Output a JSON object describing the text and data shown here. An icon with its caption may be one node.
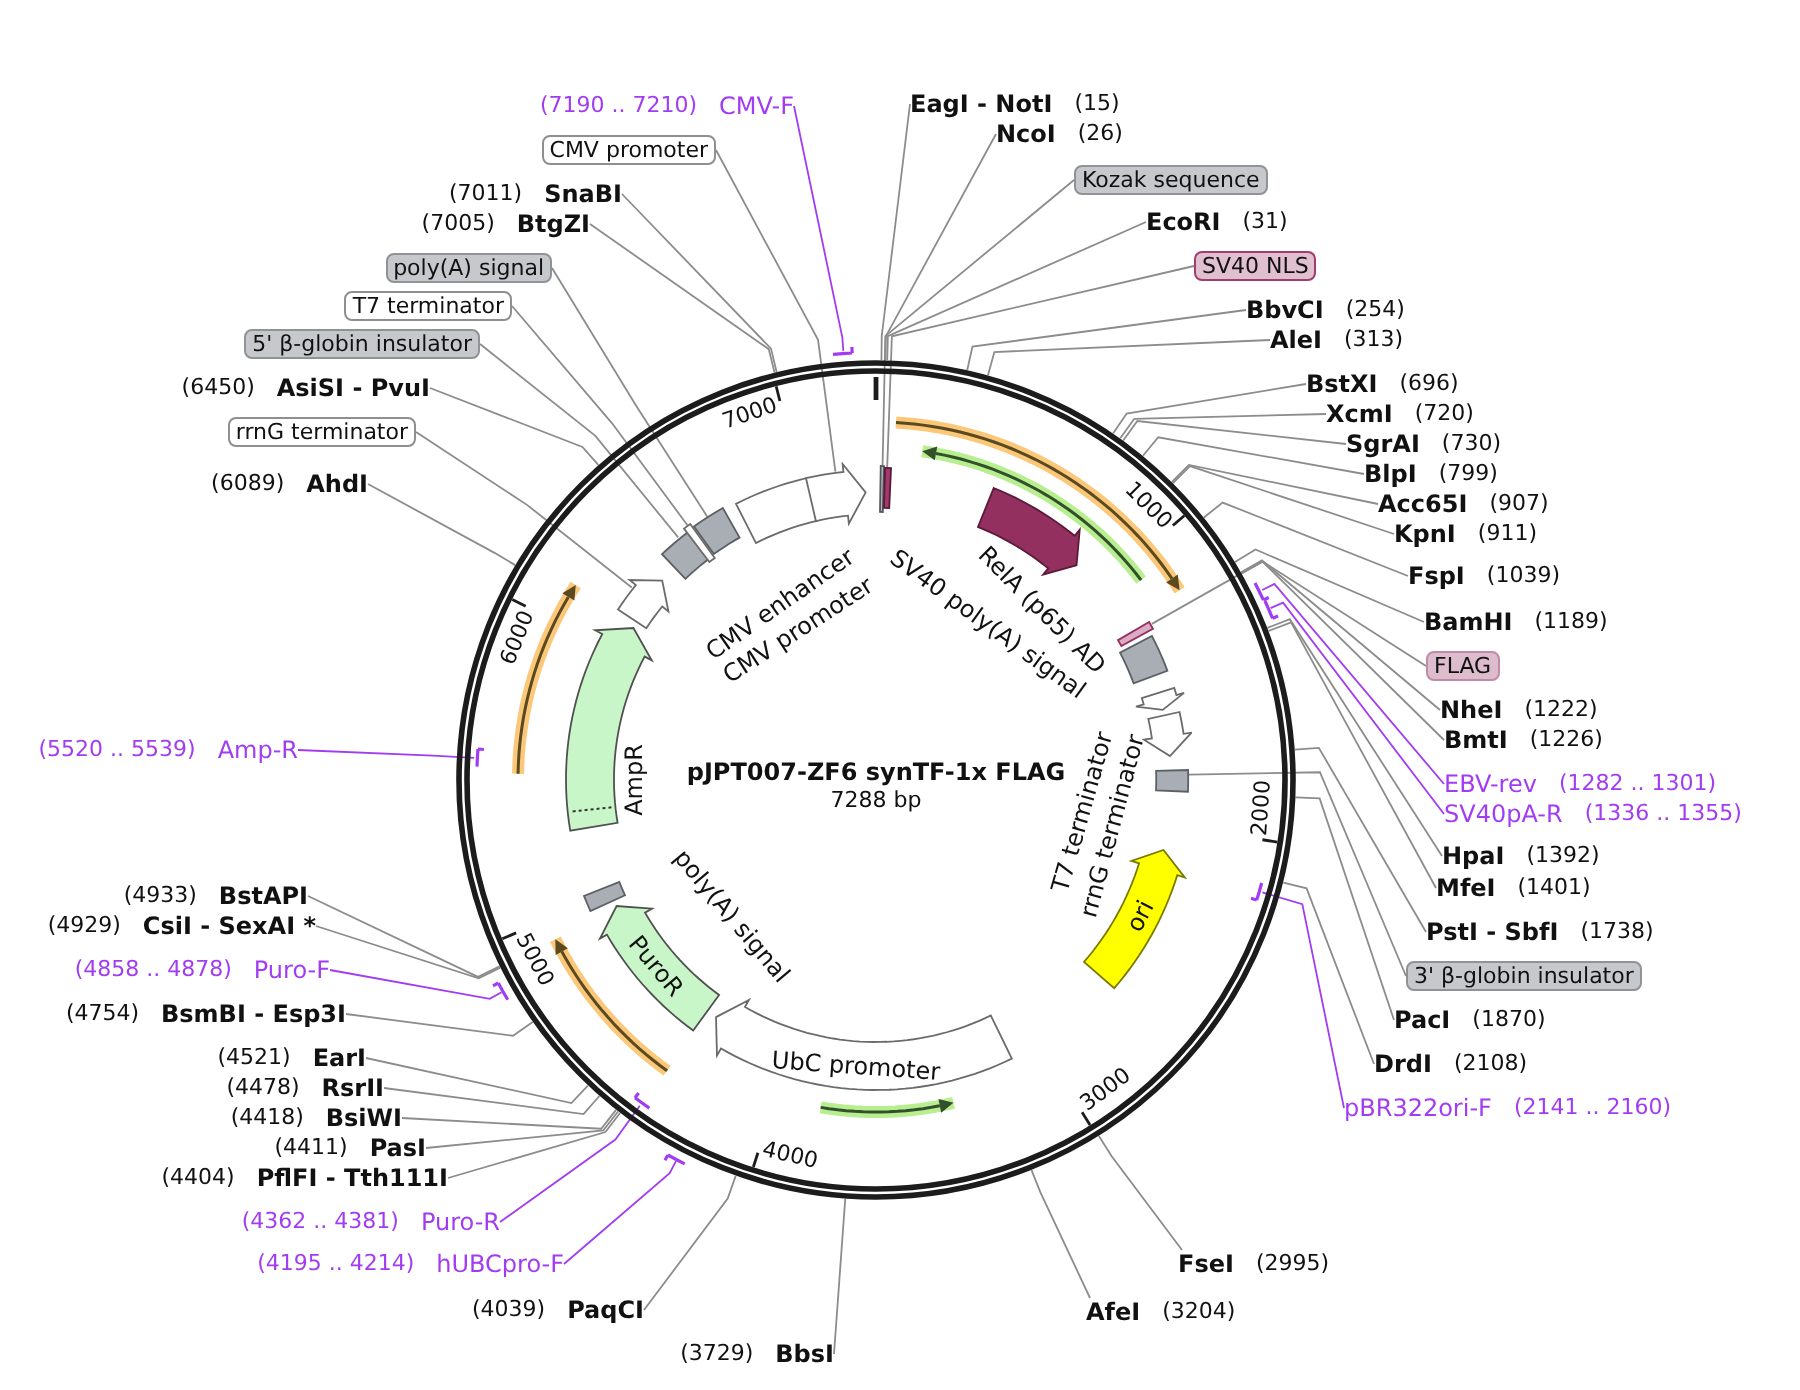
{
  "diagram": {
    "nodes": [
      {
        "text": [
          "pJPT007-ZF6 synTF-1x FLAG",
          "7288 bp"
        ]
      },
      {
        "text": [],
        "shape": "box",
        "in": 0
      },
      {
        "text": [],
        "shape": "box",
        "in": 0
      },
      {
        "text": [],
        "shape": "arrow",
        "in": 0,
        "beside": [
          "RelA (p65) AD"
        ]
      },
      {
        "text": [],
        "shape": "box",
        "in": 0
      },
      {
        "text": [],
        "shape": "box",
        "in": 0
      },
      {
        "text": [],
        "shape": "arrow",
        "in": 0
      },
      {
        "text": [],
        "shape": "arrow",
        "in": 0,
        "beside": [
          "rrnG terminator"
        ]
      },
      {
        "text": [],
        "shape": "box",
        "in": 0
      },
      {
        "text": [
          "ori"
        ],
        "in": 0
      },
      {
        "text": [
          "UbC promoter"
        ],
        "in": 0
      },
      {
        "text": [
          "PuroR"
        ],
        "in": 0
      },
      {
        "text": [],
        "shape": "box",
        "in": 0
      },
      {
        "text": [],
        "shape": "arrow",
        "in": 0,
        "beside": [
          "AmpR"
        ]
      },
      {
        "text": [],
        "shape": "arrow",
        "in": 0
      },
      {
        "text": [],
        "shape": "box",
        "in": 0
      },
      {
        "text": [],
        "shape": "box",
        "in": 0
      },
      {
        "text": [],
        "shape": "box",
        "in": 0
      },
      {
        "text": [],
        "shape": "box",
        "in": 0
      },
      {
        "text": [],
        "shape": "arrow",
        "in": 0
      },
      {
        "text": [
          "EagI - NotI",
          "(15)"
        ]
      },
      {
        "text": [
          "NcoI",
          "(26)"
        ]
      },
      {
        "text": [
          "Kozak sequence"
        ]
      },
      {
        "text": [
          "EcoRI",
          "(31)"
        ]
      },
      {
        "text": [
          "SV40 NLS"
        ]
      },
      {
        "text": [
          "BbvCI",
          "(254)"
        ]
      },
      {
        "text": [
          "AleI",
          "(313)"
        ]
      },
      {
        "text": [
          "BstXI",
          "(696)"
        ]
      },
      {
        "text": [
          "XcmI",
          "(720)"
        ]
      },
      {
        "text": [
          "SgrAI",
          "(730)"
        ]
      },
      {
        "text": [
          "BlpI",
          "(799)"
        ]
      },
      {
        "text": [
          "Acc65I",
          "(907)"
        ]
      },
      {
        "text": [
          "KpnI",
          "(911)"
        ]
      },
      {
        "text": [
          "FspI",
          "(1039)"
        ]
      },
      {
        "text": [
          "BamHI",
          "(1189)"
        ]
      },
      {
        "text": [
          "FLAG"
        ]
      },
      {
        "text": [
          "NheI",
          "(1222)"
        ]
      },
      {
        "text": [
          "BmtI",
          "(1226)"
        ]
      },
      {
        "text": [
          "EBV-rev",
          "(1282 .. 1301)"
        ]
      },
      {
        "text": [],
        "shape": "bar"
      },
      {
        "text": [
          "SV40pA-R",
          "(1336 .. 1355)"
        ]
      },
      {
        "text": [],
        "shape": "bar"
      },
      {
        "text": [
          "HpaI",
          "(1392)"
        ]
      },
      {
        "text": [
          "MfeI",
          "(1401)"
        ]
      },
      {
        "text": [
          "PstI - SbfI",
          "(1738)"
        ]
      },
      {
        "text": [
          "3' β-globin insulator"
        ]
      },
      {
        "text": [
          "PacI",
          "(1870)"
        ]
      },
      {
        "text": [
          "DrdI",
          "(2108)"
        ]
      },
      {
        "text": [
          "pBR322ori-F",
          "(2141 .. 2160)"
        ]
      },
      {
        "text": [],
        "shape": "bar",
        "in": 0
      },
      {
        "text": [
          "FseI",
          "(2995)"
        ]
      },
      {
        "text": [
          "AfeI",
          "(3204)"
        ]
      },
      {
        "text": [
          "(3729)",
          "BbsI"
        ]
      },
      {
        "text": [
          "(4039)",
          "PaqCI"
        ]
      },
      {
        "text": [
          "(4195 .. 4214)",
          "hUBCpro-F"
        ]
      },
      {
        "text": [],
        "shape": "bar"
      },
      {
        "text": [
          "(4362 .. 4381)",
          "Puro-R"
        ]
      },
      {
        "text": [],
        "shape": "bar",
        "in": 0
      },
      {
        "text": [
          "(4404)",
          "PflFI - Tth111I"
        ]
      },
      {
        "text": [
          "(4411)",
          "PasI"
        ]
      },
      {
        "text": [
          "(4418)",
          "BsiWI"
        ]
      },
      {
        "text": [
          "(4478)",
          "RsrII"
        ]
      },
      {
        "text": [
          "(4521)",
          "EarI"
        ]
      },
      {
        "text": [
          "(4754)",
          "BsmBI - Esp3I"
        ]
      },
      {
        "text": [
          "(4858 .. 4878)",
          "Puro-F"
        ]
      },
      {
        "text": [],
        "shape": "bar"
      },
      {
        "text": [
          "(4929)",
          "CsiI - SexAI *"
        ]
      },
      {
        "text": [
          "(4933)",
          "BstAPI"
        ]
      },
      {
        "text": [
          "(5520 .. 5539)",
          "Amp-R"
        ]
      },
      {
        "text": [],
        "shape": "bar",
        "in": 0
      },
      {
        "text": [
          "(6089)",
          "AhdI"
        ]
      },
      {
        "text": [
          "rrnG terminator"
        ]
      },
      {
        "text": [
          "(6450)",
          "AsiSI - PvuI"
        ]
      },
      {
        "text": [
          "5' β-globin insulator"
        ]
      },
      {
        "text": [
          "T7 terminator"
        ]
      },
      {
        "text": [
          "poly(A) signal"
        ]
      },
      {
        "text": [
          "(7005)",
          "BtgZI"
        ]
      },
      {
        "text": [
          "(7011)",
          "SnaBI"
        ]
      },
      {
        "text": [
          "CMV promoter"
        ]
      },
      {
        "text": [
          "(7190 .. 7210)",
          "CMV-F"
        ]
      },
      {
        "text": [],
        "shape": "bar"
      }
    ],
    "edges": [
      {
        "from": 20,
        "to": 0,
        "arrow": "none"
      },
      {
        "from": 21,
        "to": 0,
        "arrow": "none"
      },
      {
        "from": 22,
        "to": 1,
        "arrow": "none"
      },
      {
        "from": 23,
        "to": 0,
        "arrow": "none"
      },
      {
        "from": 24,
        "to": 2,
        "arrow": "none"
      },
      {
        "from": 25,
        "to": 0,
        "arrow": "none"
      },
      {
        "from": 26,
        "to": 0,
        "arrow": "none"
      },
      {
        "from": 27,
        "to": 0,
        "arrow": "none"
      },
      {
        "from": 28,
        "to": 0,
        "arrow": "none"
      },
      {
        "from": 29,
        "to": 0,
        "arrow": "none"
      },
      {
        "from": 30,
        "to": 0,
        "arrow": "none"
      },
      {
        "from": 31,
        "to": 0,
        "arrow": "none"
      },
      {
        "from": 32,
        "to": 0,
        "arrow": "none"
      },
      {
        "from": 33,
        "to": 0,
        "arrow": "none"
      },
      {
        "from": 34,
        "to": 0,
        "arrow": "none"
      },
      {
        "from": 35,
        "to": 4,
        "arrow": "none"
      },
      {
        "from": 36,
        "to": 0,
        "arrow": "none"
      },
      {
        "from": 37,
        "to": 0,
        "arrow": "none"
      },
      {
        "from": 38,
        "to": 39,
        "arrow": "none",
        "color": "#a23cf2"
      },
      {
        "from": 40,
        "to": 41,
        "arrow": "none",
        "color": "#a23cf2"
      },
      {
        "from": 42,
        "to": 0,
        "arrow": "none"
      },
      {
        "from": 43,
        "to": 0,
        "arrow": "none"
      },
      {
        "from": 44,
        "to": 0,
        "arrow": "none"
      },
      {
        "from": 45,
        "to": 8,
        "arrow": "none"
      },
      {
        "from": 46,
        "to": 0,
        "arrow": "none"
      },
      {
        "from": 47,
        "to": 0,
        "arrow": "none"
      },
      {
        "from": 48,
        "to": 49,
        "arrow": "none",
        "color": "#a23cf2"
      },
      {
        "from": 50,
        "to": 0,
        "arrow": "none"
      },
      {
        "from": 51,
        "to": 0,
        "arrow": "none"
      },
      {
        "from": 52,
        "to": 0,
        "arrow": "none"
      },
      {
        "from": 53,
        "to": 0,
        "arrow": "none"
      },
      {
        "from": 54,
        "to": 55,
        "arrow": "none",
        "color": "#a23cf2"
      },
      {
        "from": 56,
        "to": 57,
        "arrow": "none",
        "color": "#a23cf2"
      },
      {
        "from": 58,
        "to": 0,
        "arrow": "none"
      },
      {
        "from": 59,
        "to": 0,
        "arrow": "none"
      },
      {
        "from": 60,
        "to": 0,
        "arrow": "none"
      },
      {
        "from": 61,
        "to": 0,
        "arrow": "none"
      },
      {
        "from": 62,
        "to": 0,
        "arrow": "none"
      },
      {
        "from": 63,
        "to": 0,
        "arrow": "none"
      },
      {
        "from": 64,
        "to": 65,
        "arrow": "none",
        "color": "#a23cf2"
      },
      {
        "from": 66,
        "to": 0,
        "arrow": "none"
      },
      {
        "from": 67,
        "to": 0,
        "arrow": "none"
      },
      {
        "from": 68,
        "to": 69,
        "arrow": "none",
        "color": "#a23cf2"
      },
      {
        "from": 70,
        "to": 0,
        "arrow": "none"
      },
      {
        "from": 71,
        "to": 14,
        "arrow": "none"
      },
      {
        "from": 72,
        "to": 0,
        "arrow": "none"
      },
      {
        "from": 73,
        "to": 15,
        "arrow": "none"
      },
      {
        "from": 74,
        "to": 16,
        "arrow": "none"
      },
      {
        "from": 75,
        "to": 17,
        "arrow": "none"
      },
      {
        "from": 76,
        "to": 0,
        "arrow": "none"
      },
      {
        "from": 77,
        "to": 0,
        "arrow": "none"
      },
      {
        "from": 78,
        "to": 19,
        "arrow": "none"
      },
      {
        "from": 79,
        "to": 80,
        "arrow": "none",
        "color": "#a23cf2"
      }
    ],
    "labels": [
      "CMV enhancer",
      "CMV promoter",
      "SV40 poly(A) signal",
      "T7 terminator",
      "poly(A) signal",
      "1000",
      "2000",
      "3000",
      "4000",
      "5000",
      "6000",
      "7000"
    ]
  }
}
